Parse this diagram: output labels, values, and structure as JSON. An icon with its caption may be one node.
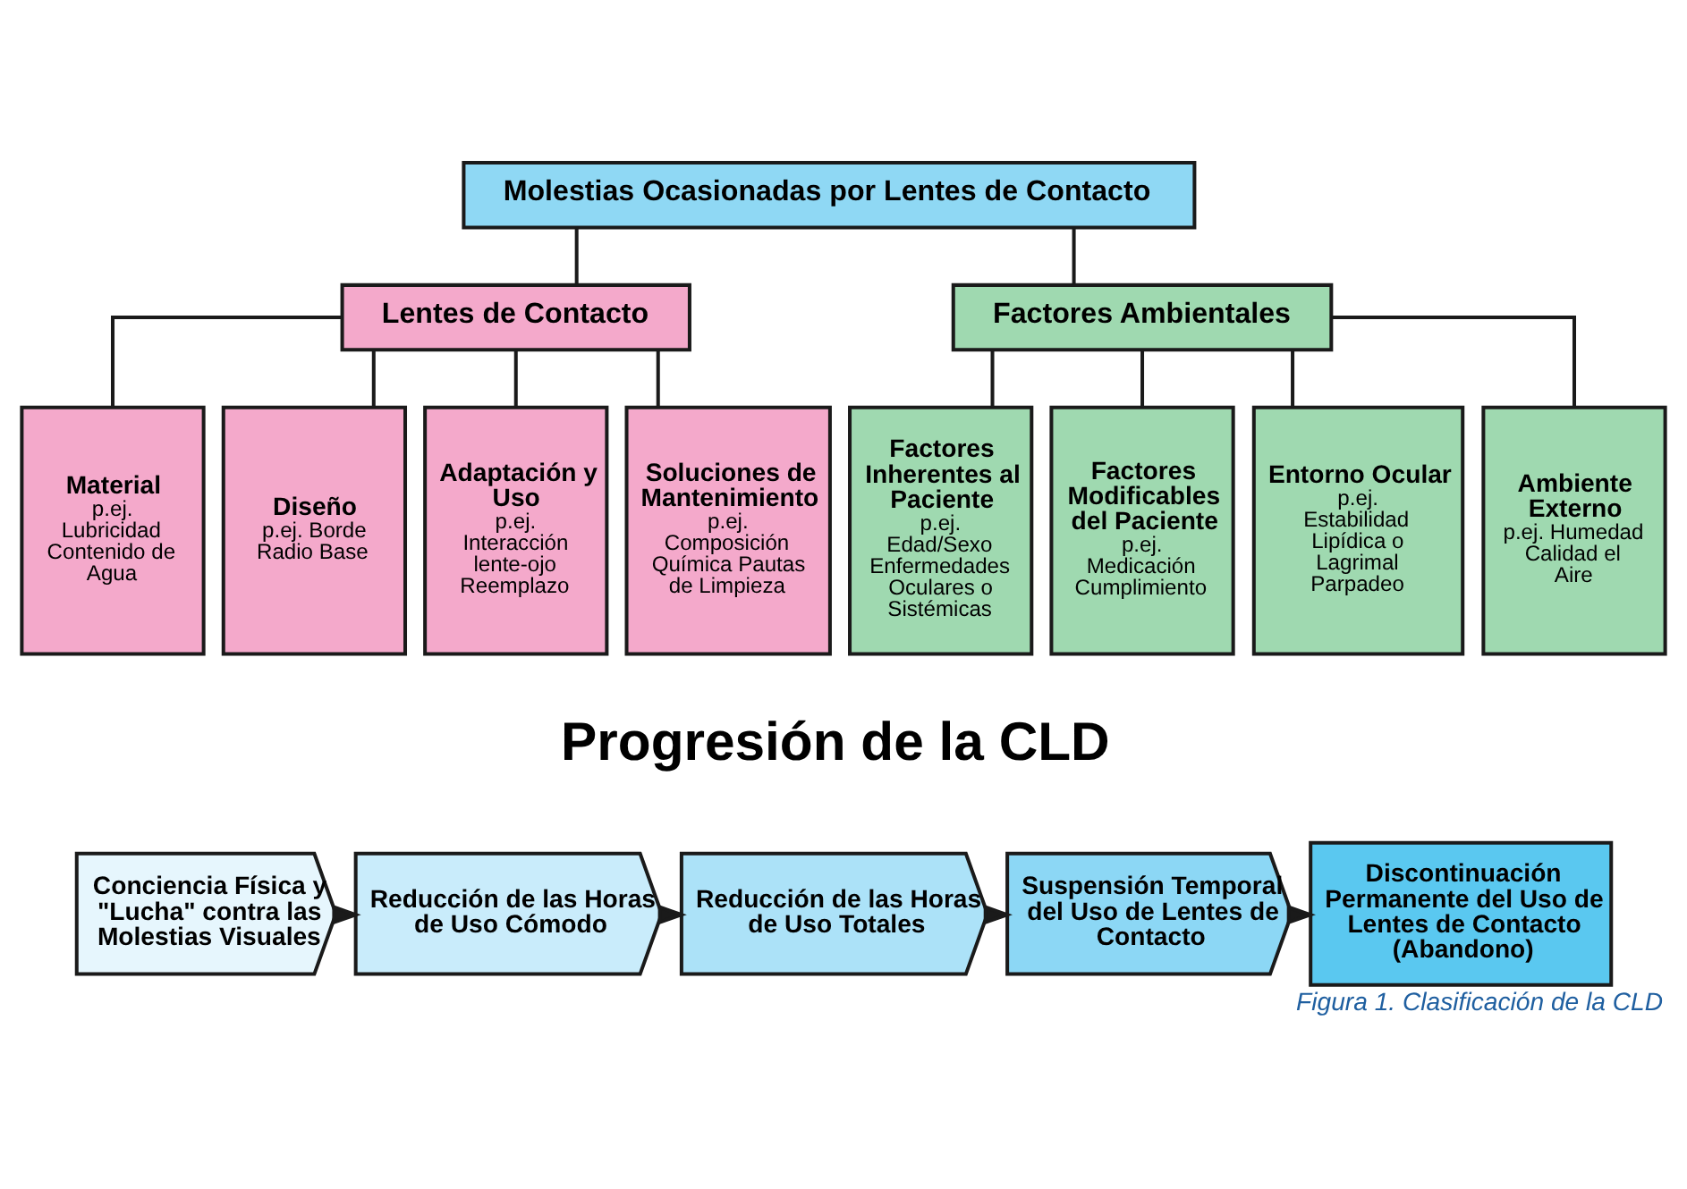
{
  "diagram": {
    "title": "Progresión de la CLD",
    "caption": "Figura 1. Clasificación de la CLD",
    "nodes": [
      {
        "text": [
          "Molestias Ocasionadas por Lentes de Contacto"
        ]
      },
      {
        "text": [
          "Lentes de Contacto"
        ]
      },
      {
        "text": [
          "Factores Ambientales"
        ]
      },
      {
        "text": [
          "Material",
          "p.ej. Lubricidad Contenido de Agua"
        ]
      },
      {
        "text": [
          "Diseño",
          "p.ej. Borde Radio Base"
        ]
      },
      {
        "text": [
          "Adaptación y Uso",
          "p.ej. Interacción lente-ojo Reemplazo"
        ]
      },
      {
        "text": [
          "Soluciones de Mantenimiento",
          "p.ej. Composición Química Pautas de Limpieza"
        ]
      },
      {
        "text": [
          "Factores Inherentes al Paciente",
          "p.ej. Edad/Sexo Enfermedades Oculares o Sistémicas"
        ]
      },
      {
        "text": [
          "Factores Modificables del Paciente",
          "p.ej. Medicación Cumplimiento"
        ]
      },
      {
        "text": [
          "Entorno Ocular",
          "p.ej. Estabilidad Lipídica o Lagrimal Parpadeo"
        ]
      },
      {
        "text": [
          "Ambiente Externo",
          "p.ej. Humedad Calidad el Aire"
        ]
      },
      {
        "text": [
          "Conciencia Física y \"Lucha\" contra las Molestias Visuales"
        ]
      },
      {
        "text": [
          "Reducción de las Horas de Uso Cómodo"
        ]
      },
      {
        "text": [
          "Reducción de las Horas de Uso Totales"
        ]
      },
      {
        "text": [
          "Suspensión Temporal del Uso de Lentes de Contacto"
        ]
      },
      {
        "text": [
          "Discontinuación Permanente del Uso de Lentes de Contacto (Abandono)"
        ]
      }
    ],
    "edges": [
      {
        "from": 0,
        "to": 1,
        "arrow": "none"
      },
      {
        "from": 0,
        "to": 2,
        "arrow": "none"
      },
      {
        "from": 1,
        "to": 3,
        "arrow": "none"
      },
      {
        "from": 1,
        "to": 4,
        "arrow": "none"
      },
      {
        "from": 1,
        "to": 5,
        "arrow": "none"
      },
      {
        "from": 1,
        "to": 6,
        "arrow": "none"
      },
      {
        "from": 2,
        "to": 7,
        "arrow": "none"
      },
      {
        "from": 2,
        "to": 8,
        "arrow": "none"
      },
      {
        "from": 2,
        "to": 9,
        "arrow": "none"
      },
      {
        "from": 2,
        "to": 10,
        "arrow": "none"
      },
      {
        "from": 11,
        "to": 12,
        "arrow": "to"
      },
      {
        "from": 12,
        "to": 13,
        "arrow": "to"
      },
      {
        "from": 13,
        "to": 14,
        "arrow": "to"
      },
      {
        "from": 14,
        "to": 15,
        "arrow": "to"
      }
    ]
  }
}
